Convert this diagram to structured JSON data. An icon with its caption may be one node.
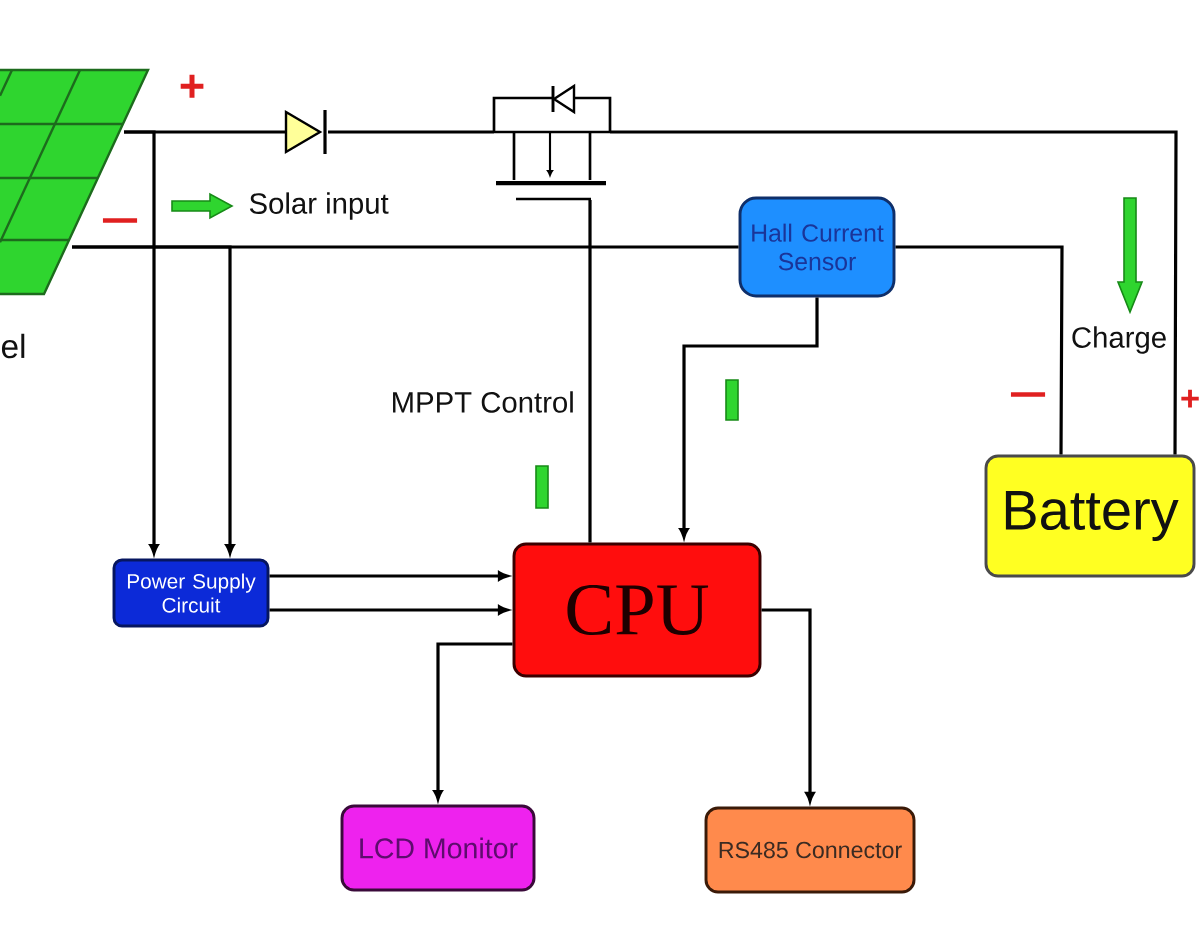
{
  "diagram": {
    "nodes": [
      {
        "text": [],
        "shape": "picture",
        "beside": [
          "el"
        ]
      },
      {
        "text": [],
        "shape": "picture"
      },
      {
        "text": [],
        "shape": "picture"
      },
      {
        "text": [
          "Hall Current Sensor"
        ]
      },
      {
        "text": [
          "Battery"
        ]
      },
      {
        "text": [
          "Power Supply Circuit"
        ]
      },
      {
        "text": [
          "CPU"
        ]
      },
      {
        "text": [
          "LCD Monitor"
        ]
      },
      {
        "text": [
          "RS485 Connector"
        ]
      }
    ],
    "edges": [
      {
        "from": 0,
        "to": 1,
        "arrow": "none"
      },
      {
        "from": 1,
        "to": 2,
        "arrow": "none"
      },
      {
        "from": 2,
        "to": 4,
        "arrow": "none"
      },
      {
        "from": 0,
        "to": 3,
        "arrow": "none"
      },
      {
        "from": 3,
        "to": 4,
        "arrow": "none"
      },
      {
        "from": 0,
        "to": 5,
        "arrow": "to"
      },
      {
        "from": 0,
        "to": 5,
        "arrow": "to"
      },
      {
        "from": 3,
        "to": 6,
        "arrow": "to"
      },
      {
        "from": 6,
        "to": 2,
        "arrow": "none",
        "label": "MPPT Control"
      },
      {
        "from": 5,
        "to": 6,
        "arrow": "to"
      },
      {
        "from": 5,
        "to": 6,
        "arrow": "to"
      },
      {
        "from": 6,
        "to": 7,
        "arrow": "to"
      },
      {
        "from": 6,
        "to": 8,
        "arrow": "to"
      }
    ],
    "labels": [
      "+",
      "Solar input",
      "−",
      "Charge",
      "−",
      "+"
    ]
  }
}
